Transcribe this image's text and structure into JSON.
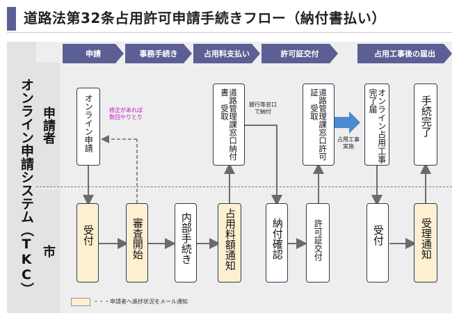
{
  "title": "道路法第32条占用許可申請手続きフロー（納付書払い）",
  "system_label": "オンライン申請システム（TKC）",
  "lanes": {
    "applicant": "申請者",
    "city": "市"
  },
  "stages": [
    "申請",
    "事務手続き",
    "占用料支払い",
    "許可証交付",
    "占用工事後の届出"
  ],
  "boxes": {
    "online_apply": "オンライン申請",
    "uketsuke1": "受付",
    "shinsa": "審査開始",
    "naibu": "内部手続き",
    "senyo_tsuchi": "占用料額通知",
    "nofusho": "道路管理課窓口納付書　受取",
    "nofu_kakunin": "納付確認",
    "kyoka_kofu": "許可証交付",
    "kyoka_uketori": "道路管理課窓口許可証　受取",
    "kanryo_todoke": "オンライン占用工事完了届",
    "uketsuke2": "受付",
    "tetsuzuki_kanryo": "手続完了",
    "juri_tsuchi": "受理通知"
  },
  "notes": {
    "correction": "修正があれば\n数回やりとり",
    "bank": "銀行等窓口\nで納付",
    "construction": "占用工事\n実施"
  },
  "legend": "・・・申請者へ進捗状況をメール通知",
  "colors": {
    "stage_bar": "#5b5f94",
    "highlight": "#fcf0d0",
    "arrow": "#6b6b6b",
    "blue_arrow": "#4a8bd1",
    "note_magenta": "#c010c0"
  }
}
